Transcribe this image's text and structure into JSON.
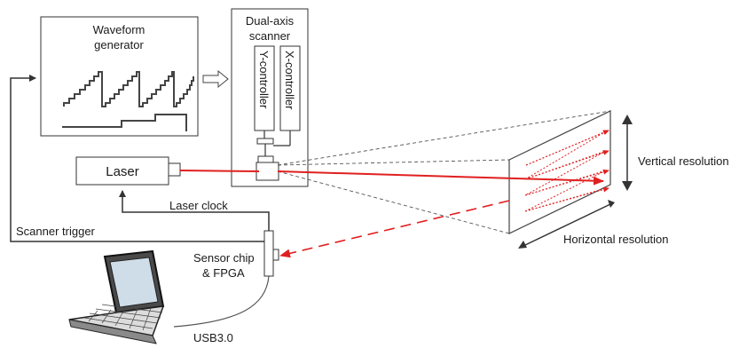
{
  "labels": {
    "waveform_line1": "Waveform",
    "waveform_line2": "generator",
    "scanner_line1": "Dual-axis",
    "scanner_line2": "scanner",
    "y_controller": "Y-controller",
    "x_controller": "X-controller",
    "laser": "Laser",
    "laser_clock": "Laser clock",
    "scanner_trigger": "Scanner trigger",
    "sensor_line1": "Sensor chip",
    "sensor_line2": "& FPGA",
    "usb": "USB3.0",
    "vertical_resolution": "Vertical resolution",
    "horizontal_resolution": "Horizontal resolution"
  },
  "colors": {
    "beam": "#e02020",
    "stroke": "#333333"
  }
}
